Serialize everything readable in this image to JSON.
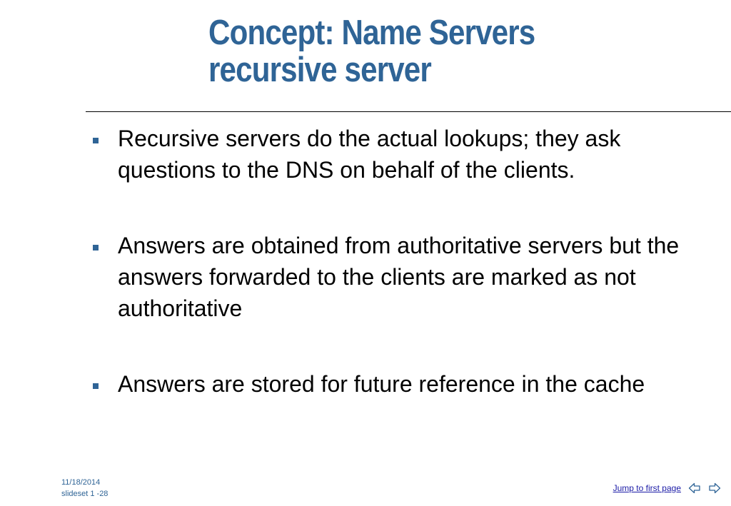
{
  "slide": {
    "title_line1": "Concept: Name Servers",
    "title_line2": "recursive server",
    "bullets": [
      "Recursive servers do the actual lookups; they ask questions to the DNS on behalf of the clients.",
      "Answers are obtained from authoritative servers but the answers forwarded to the clients are marked as not authoritative",
      "Answers are stored for future reference in the cache"
    ]
  },
  "footer": {
    "date": "11/18/2014",
    "slide_number": "slideset 1 -28",
    "jump_link": "Jump to first page",
    "prev_icon": "arrow-left-outline-icon",
    "next_icon": "arrow-right-outline-icon"
  },
  "colors": {
    "title": "#2f6496",
    "bullet_marker": "#2f6496",
    "footer_text": "#2f6496",
    "link": "#1a1aa6"
  }
}
